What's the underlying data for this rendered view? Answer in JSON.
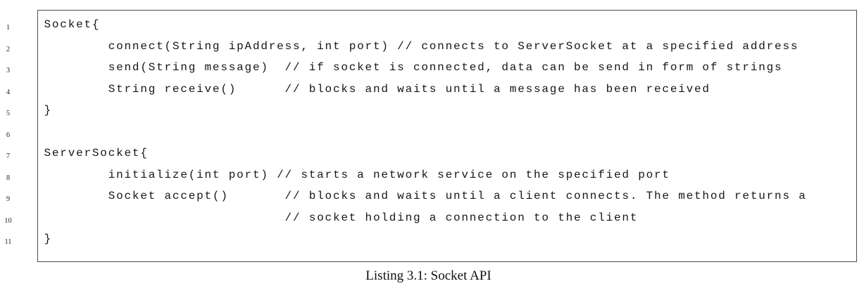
{
  "listing": {
    "caption": "Listing 3.1: Socket API",
    "lines": [
      {
        "n": "1",
        "text": "Socket{"
      },
      {
        "n": "2",
        "text": "        connect(String ipAddress, int port) // connects to ServerSocket at a specified address"
      },
      {
        "n": "3",
        "text": "        send(String message)  // if socket is connected, data can be send in form of strings"
      },
      {
        "n": "4",
        "text": "        String receive()      // blocks and waits until a message has been received"
      },
      {
        "n": "5",
        "text": "}"
      },
      {
        "n": "6",
        "text": ""
      },
      {
        "n": "7",
        "text": "ServerSocket{"
      },
      {
        "n": "8",
        "text": "        initialize(int port) // starts a network service on the specified port"
      },
      {
        "n": "9",
        "text": "        Socket accept()       // blocks and waits until a client connects. The method returns a"
      },
      {
        "n": "10",
        "text": "                              // socket holding a connection to the client"
      },
      {
        "n": "11",
        "text": "}"
      }
    ]
  }
}
